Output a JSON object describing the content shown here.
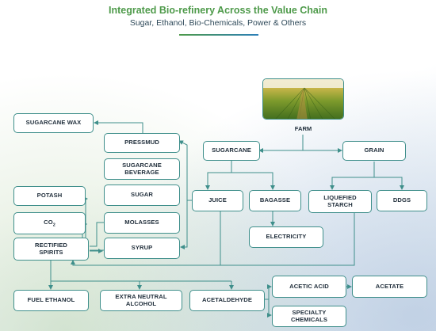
{
  "header": {
    "title": "Integrated Bio-refinery Across the Value Chain",
    "subtitle": "Sugar, Ethanol, Bio-Chemicals, Power & Others"
  },
  "colors": {
    "title": "#4e9a4a",
    "subtitle": "#2f4a5a",
    "box_border": "#3f8f8b",
    "connector": "#3f8f8b"
  },
  "farm": {
    "label": "FARM",
    "image": "field-photo"
  },
  "nodes": {
    "sugarcane_wax": "SUGARCANE WAX",
    "pressmud": "PRESSMUD",
    "sugarcane": "SUGARCANE",
    "grain": "GRAIN",
    "sugarcane_beverage_1": "SUGARCANE",
    "sugarcane_beverage_2": "BEVERAGE",
    "potash": "POTASH",
    "sugar": "SUGAR",
    "juice": "JUICE",
    "bagasse": "BAGASSE",
    "liquefied_starch_1": "LIQUEFIED",
    "liquefied_starch_2": "STARCH",
    "ddgs": "DDGS",
    "co2_main": "CO",
    "co2_sub": "2",
    "molasses": "MOLASSES",
    "rectified_spirits_1": "RECTIFIED",
    "rectified_spirits_2": "SPIRITS",
    "syrup": "SYRUP",
    "electricity": "ELECTRICITY",
    "acetic_acid": "ACETIC ACID",
    "acetate": "ACETATE",
    "fuel_ethanol": "FUEL ETHANOL",
    "extra_neutral_alcohol_1": "EXTRA NEUTRAL",
    "extra_neutral_alcohol_2": "ALCOHOL",
    "acetaldehyde": "ACETALDEHYDE",
    "specialty_chemicals_1": "SPECIALTY",
    "specialty_chemicals_2": "CHEMICALS"
  }
}
